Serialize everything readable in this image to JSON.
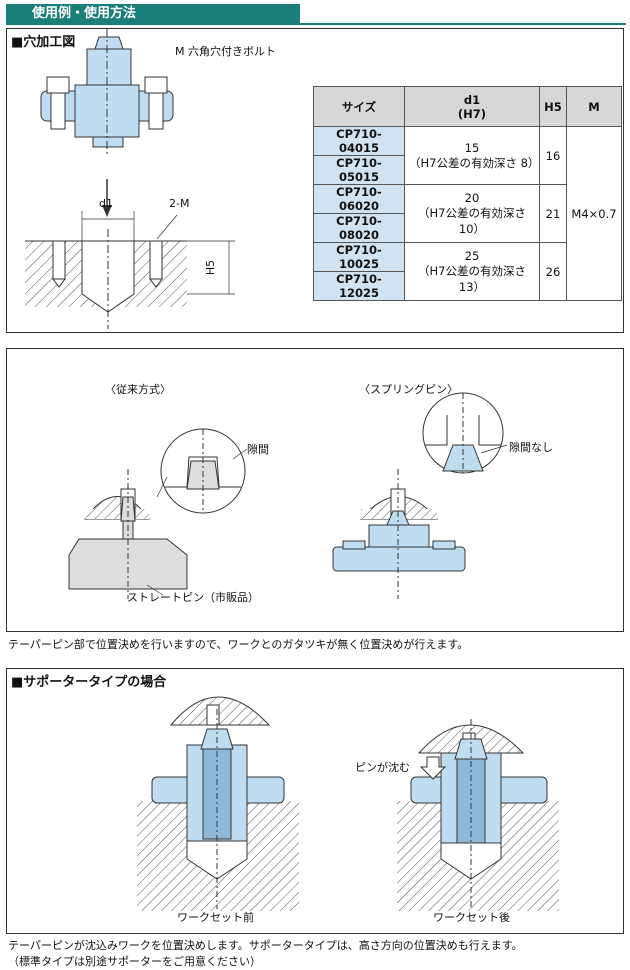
{
  "header": {
    "title": "使用例・使用方法"
  },
  "section1": {
    "title": "■穴加工図",
    "bolt_label": "M 六角穴付きボルト",
    "d1_label": "d1",
    "m_label": "2-M",
    "h5_label": "H5"
  },
  "table": {
    "headers": [
      "サイズ",
      "d1",
      "(H7)",
      "H5",
      "M"
    ],
    "rows": [
      {
        "codes": [
          "CP710-04015",
          "CP710-05015"
        ],
        "d1": "15",
        "depth": "（H7公差の有効深さ 8）",
        "h5": "16"
      },
      {
        "codes": [
          "CP710-06020",
          "CP710-08020"
        ],
        "d1": "20",
        "depth": "（H7公差の有効深さ10）",
        "h5": "21"
      },
      {
        "codes": [
          "CP710-10025",
          "CP710-12025"
        ],
        "d1": "25",
        "depth": "（H7公差の有効深さ13）",
        "h5": "26"
      }
    ],
    "m_value": "M4×0.7"
  },
  "section2": {
    "left_title": "〈従来方式〉",
    "right_title": "〈スプリングピン〉",
    "gap_label": "隙間",
    "nogap_label": "隙間なし",
    "pin_label": "ストレートピン（市販品）",
    "caption": "テーパーピン部で位置決めを行いますので、ワークとのガタツキが無く位置決めが行えます。"
  },
  "section3": {
    "title": "■サポータータイプの場合",
    "sink_label": "ピンが沈む",
    "before_label": "ワークセット前",
    "after_label": "ワークセット後",
    "caption1": "テーパーピンが沈込みワークを位置決めします。サポータータイプは、高さ方向の位置決めも行えます。",
    "caption2": "（標準タイプは別途サポーターをご用意ください）"
  },
  "colors": {
    "header": "#1a7f78",
    "part_blue": "#bfdcf0",
    "code_bg": "#cfe3f3",
    "header_bg": "#d7d7d7"
  }
}
